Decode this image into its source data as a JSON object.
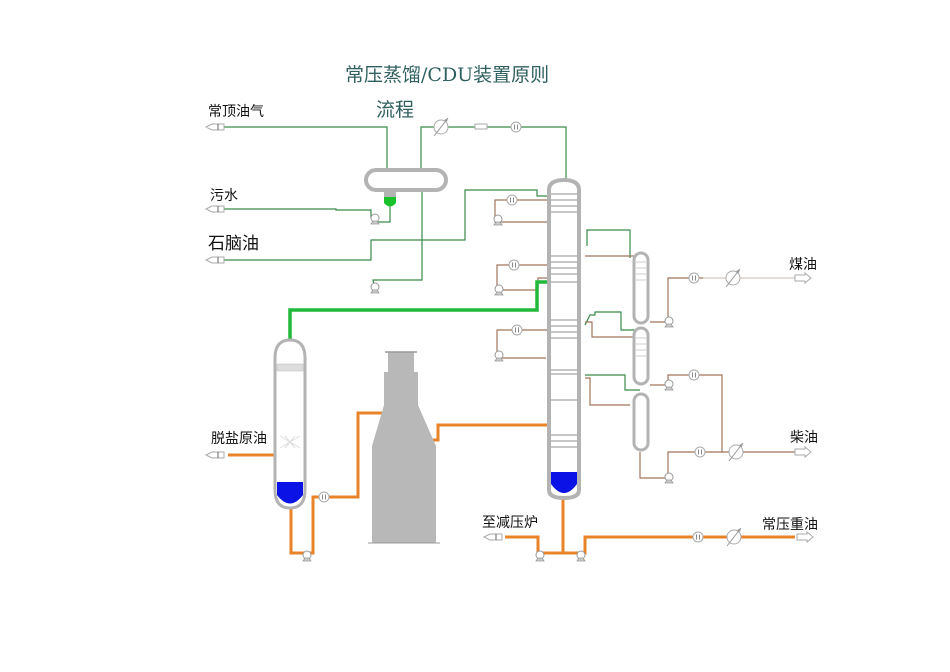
{
  "title": {
    "line1": "常压蒸馏/CDU装置原则",
    "line2": "流程"
  },
  "colors": {
    "title": "#2f5f5f",
    "vessel": "#b3b3b3",
    "overhead_line": "#3a8a4a",
    "vapor_line": "#22b83a",
    "reflux_line": "#a0745a",
    "heavy_line": "#e8832a",
    "liquid_blue": "#0b12e6",
    "liquid_green": "#19c22a",
    "furnace": "#b8b8b8"
  },
  "streams": {
    "overhead_gas": "常顶油气",
    "sour_water": "污水",
    "naphtha": "石脑油",
    "desalted_crude": "脱盐原油",
    "kerosene": "煤油",
    "diesel": "柴油",
    "to_vacuum_furnace": "至减压炉",
    "atm_residue": "常压重油"
  },
  "equipment": [
    {
      "id": "reflux-drum",
      "type": "horizontal-drum"
    },
    {
      "id": "preflash-tower",
      "type": "vertical-column"
    },
    {
      "id": "furnace",
      "type": "heater"
    },
    {
      "id": "atmospheric-column",
      "type": "vertical-column"
    },
    {
      "id": "side-stripper",
      "type": "stripper"
    }
  ]
}
